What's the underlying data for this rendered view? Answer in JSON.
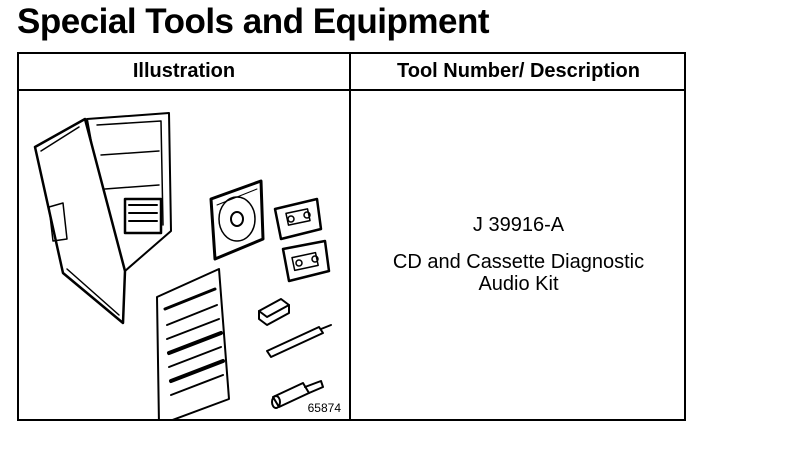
{
  "title": "Special Tools and Equipment",
  "table": {
    "headers": {
      "illustration": "Illustration",
      "tool": "Tool Number/ Description"
    },
    "rows": [
      {
        "figure_number": "65874",
        "tool_number": "J 39916-A",
        "description_line1": "CD and Cassette Diagnostic",
        "description_line2": "Audio Kit"
      }
    ]
  }
}
